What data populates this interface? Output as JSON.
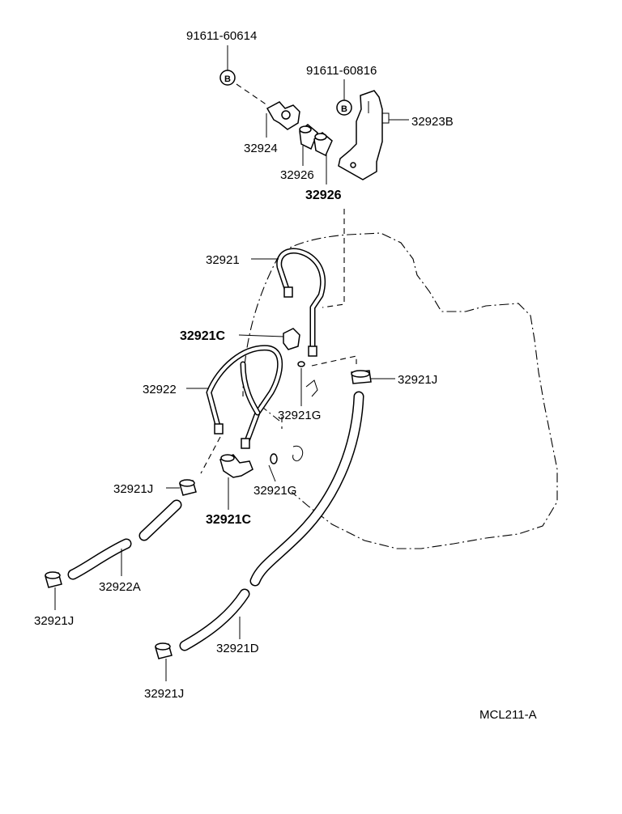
{
  "labels": {
    "bolt_1": "91611-60614",
    "bolt_2": "91611-60816",
    "bolt_symbol": "B",
    "bracket": "32923B",
    "clamp_bracket": "32924",
    "grommet_1": "32926",
    "grommet_2": "32926",
    "pipe_upper": "32921",
    "union_upper": "32921C",
    "pipe_lower": "32922",
    "clip_right": "32921J",
    "gasket_upper": "32921G",
    "gasket_lower": "32921G",
    "clip_left": "32921J",
    "union_lower": "32921C",
    "hose_left": "32922A",
    "clip_bottom_left": "32921J",
    "hose_right": "32921D",
    "clip_bottom": "32921J",
    "diagram_code": "MCL211-A"
  }
}
